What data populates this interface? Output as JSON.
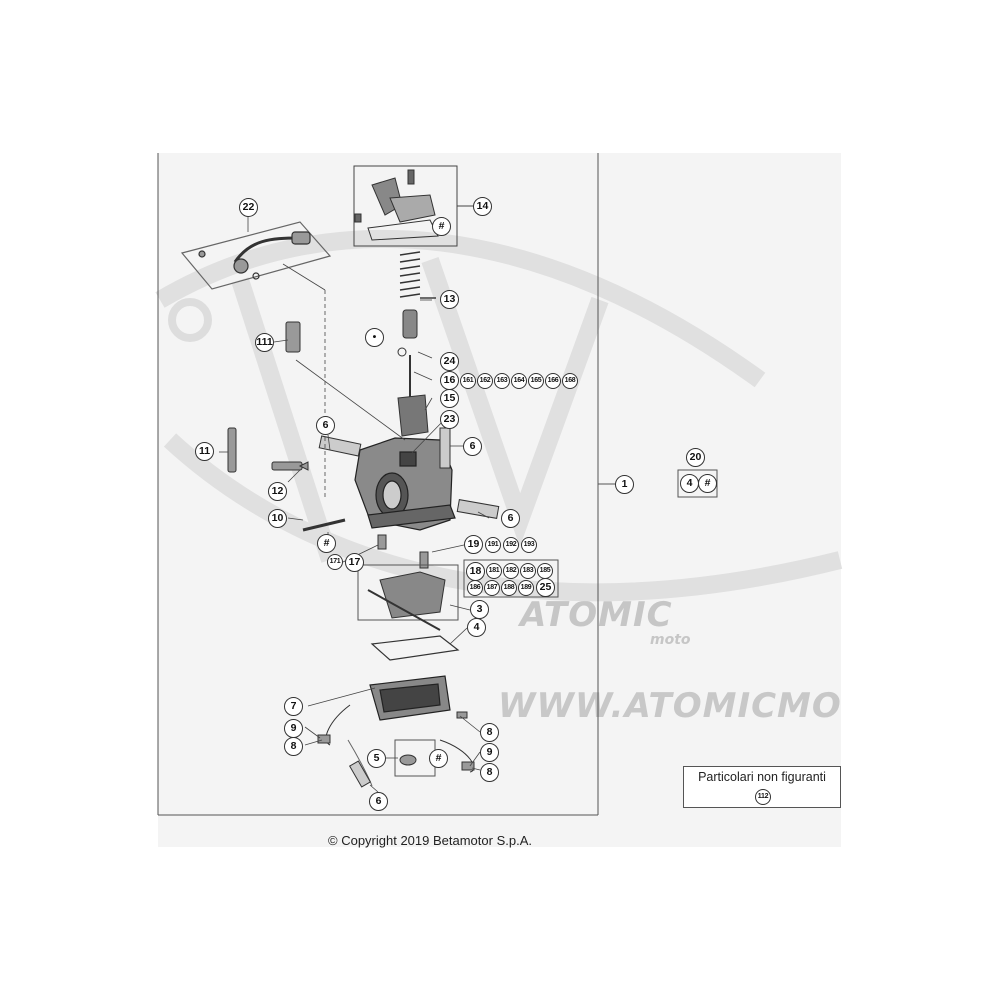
{
  "diagram": {
    "labels": {
      "l1": "1",
      "l3": "3",
      "l4": "4",
      "l5": "5",
      "l6a": "6",
      "l6b": "6",
      "l6c": "6",
      "l6d": "6",
      "l7": "7",
      "l8a": "8",
      "l8b": "8",
      "l8c": "8",
      "l9a": "9",
      "l9b": "9",
      "l10": "10",
      "l11": "11",
      "l111": "111",
      "l12": "12",
      "l13": "13",
      "l14": "14",
      "l15": "15",
      "l16": "16",
      "l161": "161",
      "l162": "162",
      "l163": "163",
      "l164": "164",
      "l165": "165",
      "l166": "166",
      "l168": "168",
      "l17": "17",
      "l171": "171",
      "l18": "18",
      "l181": "181",
      "l182": "182",
      "l183": "183",
      "l185": "185",
      "l186": "186",
      "l187": "187",
      "l188": "188",
      "l189": "189",
      "l25": "25",
      "l19": "19",
      "l191": "191",
      "l192": "192",
      "l193": "193",
      "l20": "20",
      "l20_4": "4",
      "l20_hash": "#",
      "l22": "22",
      "l23": "23",
      "l24": "24",
      "hash_top": "#",
      "hash_10": "#",
      "hash_5": "#",
      "dot": "•"
    },
    "not_shown_title": "Particolari non figuranti",
    "not_shown_item": "112"
  },
  "footer": {
    "copyright": "© Copyright 2019 Betamotor S.p.A."
  },
  "watermark": {
    "logo": "ATOMIC",
    "sub": "moto",
    "url": "WWW.ATOMICMOT"
  }
}
